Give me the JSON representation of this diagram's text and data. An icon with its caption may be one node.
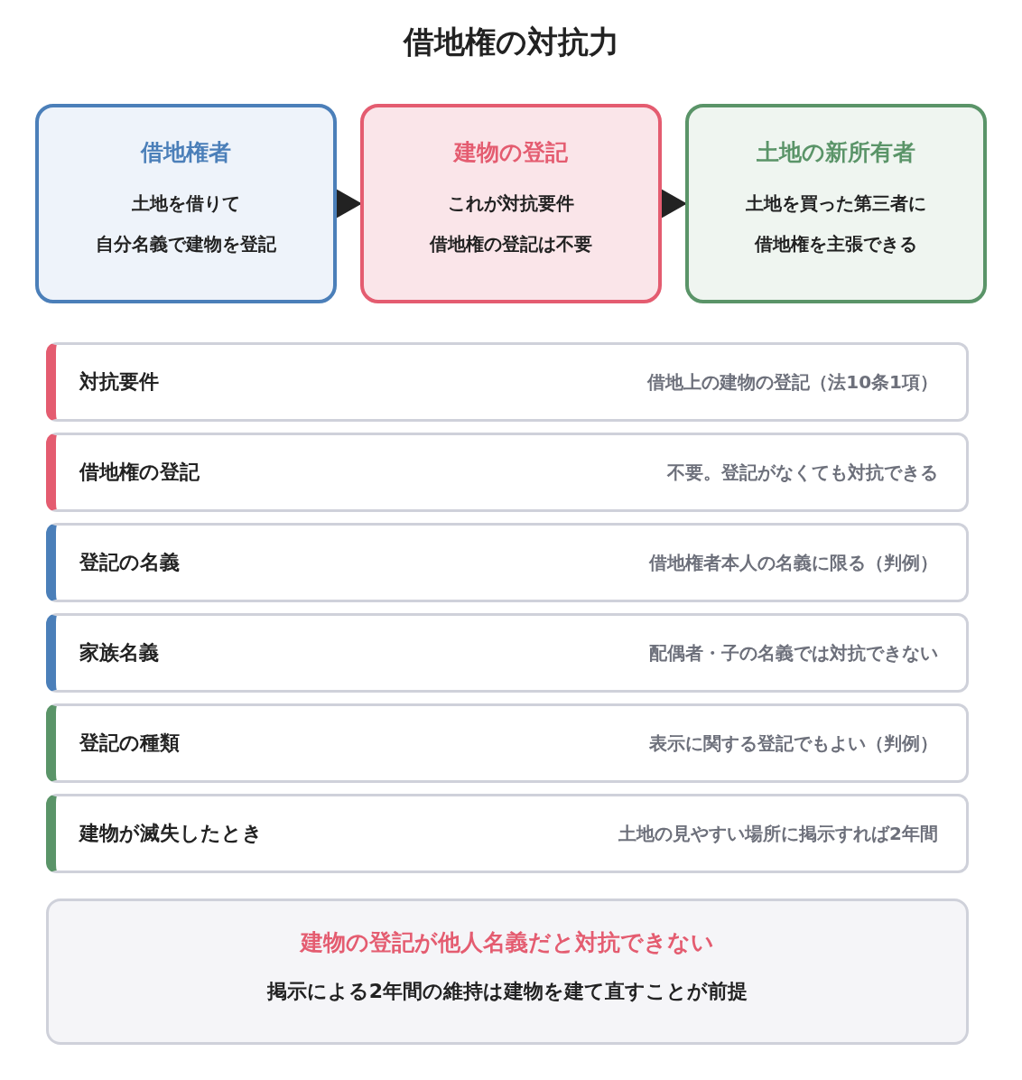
{
  "diagram": {
    "title": "借地権の対抗力",
    "nodes": [
      {
        "text": [
          "借地権者",
          "土地を借りて",
          "自分名義で建物を登記"
        ]
      },
      {
        "text": [
          "建物の登記",
          "これが対抗要件",
          "借地権の登記は不要"
        ]
      },
      {
        "text": [
          "土地の新所有者",
          "土地を買った第三者に",
          "借地権を主張できる"
        ]
      },
      {
        "text": [
          "対抗要件",
          "借地上の建物の登記（法10条1項）"
        ]
      },
      {
        "text": [
          "借地権の登記",
          "不要。登記がなくても対抗できる"
        ]
      },
      {
        "text": [
          "登記の名義",
          "借地権者本人の名義に限る（判例）"
        ]
      },
      {
        "text": [
          "家族名義",
          "配偶者・子の名義では対抗できない"
        ]
      },
      {
        "text": [
          "登記の種類",
          "表示に関する登記でもよい（判例）"
        ]
      },
      {
        "text": [
          "建物が滅失したとき",
          "土地の見やすい場所に掲示すれば2年間"
        ]
      },
      {
        "text": [
          "建物の登記が他人名義だと対抗できない",
          "掲示による2年間の維持は建物を建て直すことが前提"
        ]
      }
    ],
    "edges": [
      {
        "from": 0,
        "to": 1,
        "arrow": "to"
      },
      {
        "from": 1,
        "to": 2,
        "arrow": "to"
      }
    ]
  }
}
